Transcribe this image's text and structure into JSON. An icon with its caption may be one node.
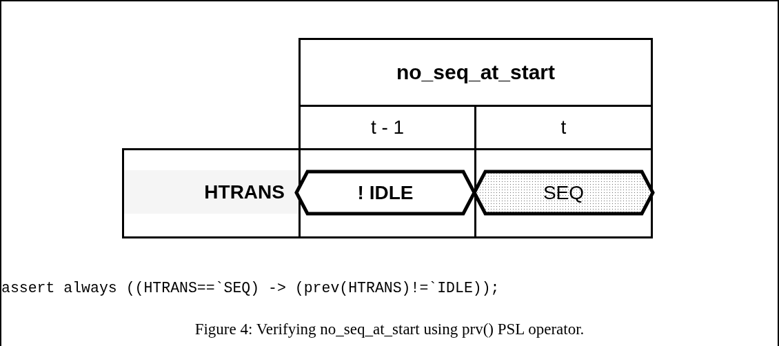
{
  "diagram": {
    "caption": "Figure 4: Verifying no_seq_at_start using prv() PSL operator.",
    "nodes": [
      {
        "text": [
          "no_seq_at_start"
        ]
      },
      {
        "text": [
          "t - 1"
        ]
      },
      {
        "text": [
          "t"
        ]
      },
      {
        "text": [
          "HTRANS"
        ]
      },
      {
        "text": [
          "! IDLE"
        ]
      },
      {
        "text": [
          "SEQ"
        ]
      }
    ],
    "labels": [
      "assert always ((HTRANS==`SEQ) -> (prev(HTRANS)!=`IDLE));"
    ]
  }
}
